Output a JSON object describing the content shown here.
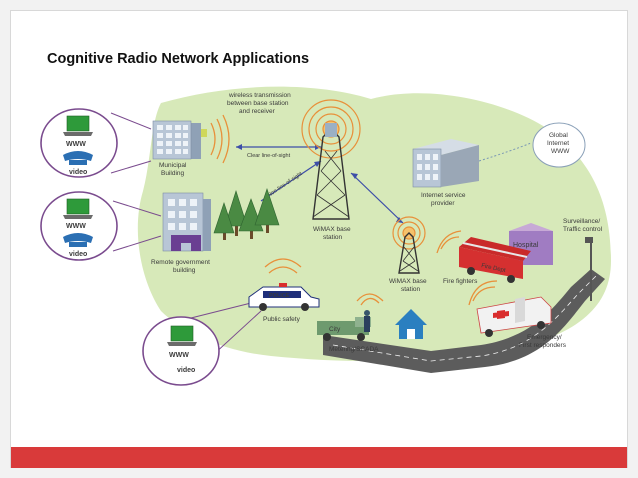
{
  "title": "Cognitive Radio Network Applications",
  "colors": {
    "accent_bar": "#d93a3a",
    "land": "#d7e9b9",
    "laptop_green": "#2e9a3a",
    "phone_blue": "#2b6fb3",
    "callout_purple": "#7a4b8e",
    "link_blue": "#3d4ea8",
    "signal_orange": "#e8903a"
  },
  "callouts": [
    {
      "www": "WWW",
      "video": "video"
    },
    {
      "www": "WWW",
      "video": "video"
    },
    {
      "www": "WWW",
      "video": "video"
    }
  ],
  "labels": {
    "wireless_transmission_line1": "wireless transmission",
    "wireless_transmission_line2": "between base station",
    "wireless_transmission_line3": "and receiver",
    "municipal_line1": "Municipal",
    "municipal_line2": "Building",
    "clear_los": "Clear line-of-sight",
    "non_los": "Non-line-of-sight",
    "wimax_base_line1": "WiMAX base",
    "wimax_base_line2": "station",
    "isp_line1": "Internet service",
    "isp_line2": "provider",
    "global_line1": "Global",
    "global_line2": "Internet",
    "global_line3": "WWW",
    "remote_gov_line1": "Remote government",
    "remote_gov_line2": "building",
    "surveillance_line1": "Surveillance/",
    "surveillance_line2": "Traffic control",
    "hospital": "Hospital",
    "fire_dept": "Fire Dept",
    "wimax_small_line1": "WiMAX base",
    "wimax_small_line2": "station",
    "fire_fighters": "Fire fighters",
    "police": "POLICE",
    "public_safety": "Public safety",
    "city": "City",
    "metering": "Metering/SCADA",
    "emergency_line1": "Emergency/",
    "emergency_line2": "First responders"
  }
}
